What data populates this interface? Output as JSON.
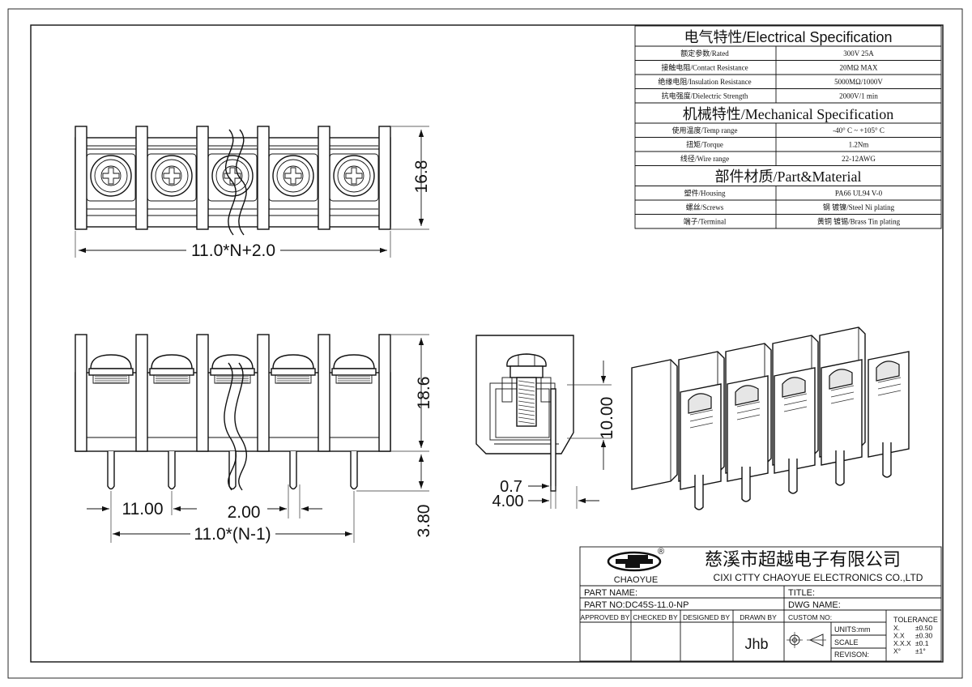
{
  "spec_table": {
    "electrical": {
      "heading": "电气特性/Electrical Specification",
      "rows": [
        {
          "label": "额定参数/Rated",
          "value": "300V  25A"
        },
        {
          "label": "接触电阻/Contact Resistance",
          "value": "20MΩ MAX"
        },
        {
          "label": "绝缘电阻/Insulation Resistance",
          "value": "5000MΩ/1000V"
        },
        {
          "label": "抗电强度/Dielectric Strength",
          "value": "2000V/1 min"
        }
      ]
    },
    "mechanical": {
      "heading": "机械特性/Mechanical Specification",
      "rows": [
        {
          "label": "使用温度/Temp range",
          "value": "-40° C ~ +105° C"
        },
        {
          "label": "扭矩/Torque",
          "value": "1.2Nm"
        },
        {
          "label": "线径/Wire range",
          "value": "22-12AWG"
        }
      ]
    },
    "material": {
      "heading": "部件材质/Part&Material",
      "rows": [
        {
          "label": "塑件/Housing",
          "value": "PA66 UL94 V-0"
        },
        {
          "label": "螺丝/Screws",
          "value": "钢 镀镍/Steel Ni plating"
        },
        {
          "label": "端子/Terminal",
          "value": "黄铜 镀锡/Brass Tin  plating"
        }
      ]
    }
  },
  "dimensions": {
    "top_height": "16.8",
    "top_width": "11.0*N+2.0",
    "front_height": "18.6",
    "pin_length": "3.80",
    "pitch": "11.00",
    "gap": "2.00",
    "span": "11.0*(N-1)",
    "side_height": "10.00",
    "pin_thickness": "0.7",
    "side_offset": "4.00"
  },
  "title_block": {
    "brand": "CHAOYUE",
    "logo_mark": "®",
    "company_cn": "慈溪市超越电子有限公司",
    "company_en": "CIXI CTTY CHAOYUE ELECTRONICS CO.,LTD",
    "part_name_label": "PART NAME:",
    "part_no_label": "PART NO:",
    "part_no": "DC45S-11.0-NP",
    "title_label": "TITLE:",
    "dwg_name_label": "DWG NAME:",
    "approved_by": "APPROVED BY",
    "checked_by": "CHECKED BY",
    "designed_by": "DESIGNED BY",
    "drawn_by": "DRAWN BY",
    "drawn_by_value": "Jhb",
    "custom_no": "CUSTOM NO:",
    "units": "UNITS:mm",
    "scale": "SCALE",
    "revision": "REVISON:",
    "tolerance_title": "TOLERANCE",
    "tolerances": [
      {
        "fmt": "X.",
        "val": "±0.50"
      },
      {
        "fmt": "X.X",
        "val": "±0.30"
      },
      {
        "fmt": "X.X.X",
        "val": "±0.1"
      },
      {
        "fmt": "X°",
        "val": "±1°"
      }
    ]
  }
}
